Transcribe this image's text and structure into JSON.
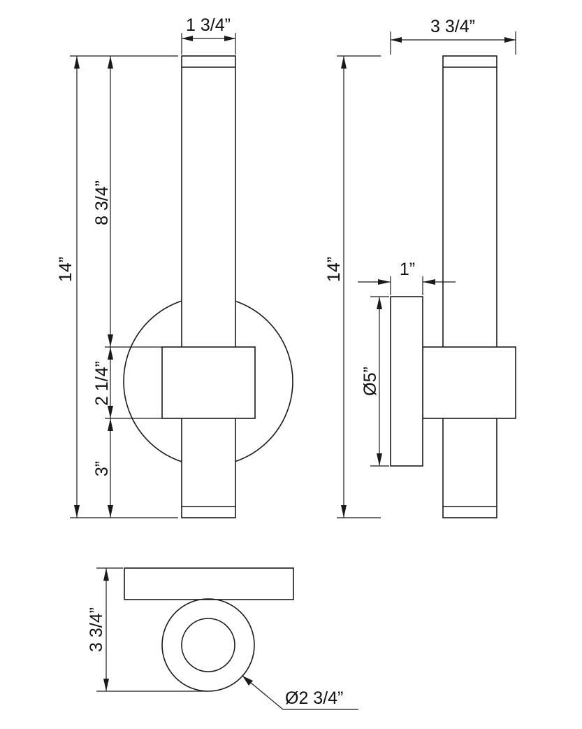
{
  "drawing": {
    "front_view": {
      "width": "1 3/4”",
      "overall_height": "14”",
      "upper_segment": "8 3/4”",
      "middle_segment": "2 1/4”",
      "lower_segment": "3”"
    },
    "side_view": {
      "depth": "3 3/4”",
      "overall_height": "14”",
      "plate_thickness": "1”",
      "plate_diameter": "Ø5”"
    },
    "top_view": {
      "depth": "3 3/4”",
      "tube_diameter": "Ø2 3/4”"
    }
  }
}
